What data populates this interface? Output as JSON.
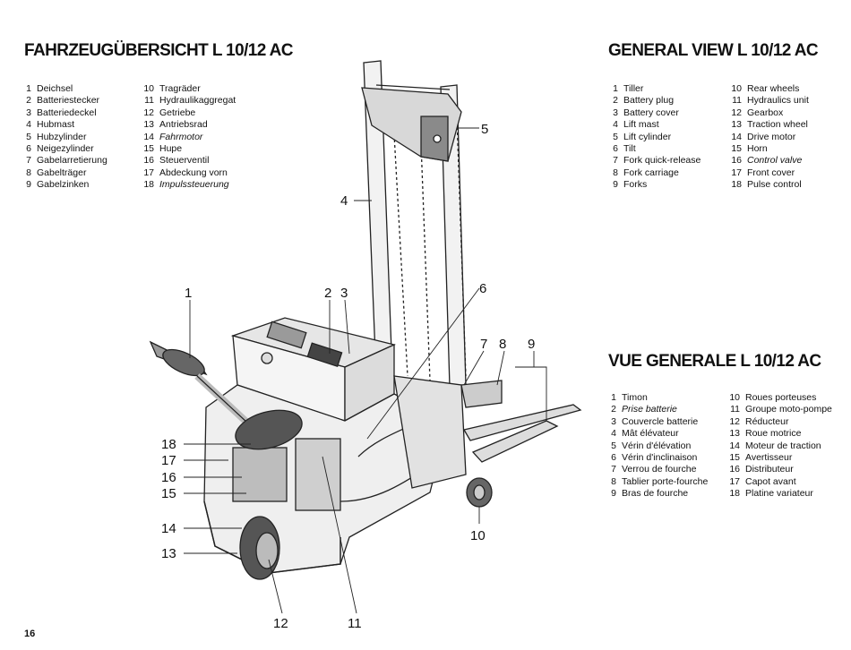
{
  "titles": {
    "german": "FAHRZEUGÜBERSICHT L 10/12 AC",
    "english": "GENERAL VIEW L 10/12 AC",
    "french": "VUE GENERALE L 10/12 AC"
  },
  "legend_de": {
    "col1": [
      {
        "n": "1",
        "t": "Deichsel",
        "i": false
      },
      {
        "n": "2",
        "t": "Batteriestecker",
        "i": false
      },
      {
        "n": "3",
        "t": "Batteriedeckel",
        "i": false
      },
      {
        "n": "4",
        "t": "Hubmast",
        "i": false
      },
      {
        "n": "5",
        "t": "Hubzylinder",
        "i": false
      },
      {
        "n": "6",
        "t": "Neigezylinder",
        "i": false
      },
      {
        "n": "7",
        "t": "Gabelarretierung",
        "i": false
      },
      {
        "n": "8",
        "t": "Gabelträger",
        "i": false
      },
      {
        "n": "9",
        "t": "Gabelzinken",
        "i": false
      }
    ],
    "col2": [
      {
        "n": "10",
        "t": "Tragräder",
        "i": false
      },
      {
        "n": "11",
        "t": "Hydraulikaggregat",
        "i": false
      },
      {
        "n": "12",
        "t": "Getriebe",
        "i": false
      },
      {
        "n": "13",
        "t": "Antriebsrad",
        "i": false
      },
      {
        "n": "14",
        "t": "Fahrmotor",
        "i": true
      },
      {
        "n": "15",
        "t": "Hupe",
        "i": false
      },
      {
        "n": "16",
        "t": "Steuerventil",
        "i": false
      },
      {
        "n": "17",
        "t": "Abdeckung vorn",
        "i": false
      },
      {
        "n": "18",
        "t": "Impulssteuerung",
        "i": true
      }
    ]
  },
  "legend_en": {
    "col1": [
      {
        "n": "1",
        "t": "Tiller",
        "i": false
      },
      {
        "n": "2",
        "t": "Battery plug",
        "i": false
      },
      {
        "n": "3",
        "t": "Battery cover",
        "i": false
      },
      {
        "n": "4",
        "t": "Lift mast",
        "i": false
      },
      {
        "n": "5",
        "t": "Lift cylinder",
        "i": false
      },
      {
        "n": "6",
        "t": "Tilt",
        "i": false
      },
      {
        "n": "7",
        "t": "Fork quick-release",
        "i": false
      },
      {
        "n": "8",
        "t": "Fork carriage",
        "i": false
      },
      {
        "n": "9",
        "t": "Forks",
        "i": false
      }
    ],
    "col2": [
      {
        "n": "10",
        "t": "Rear wheels",
        "i": false
      },
      {
        "n": "11",
        "t": "Hydraulics unit",
        "i": false
      },
      {
        "n": "12",
        "t": "Gearbox",
        "i": false
      },
      {
        "n": "13",
        "t": "Traction wheel",
        "i": false
      },
      {
        "n": "14",
        "t": "Drive motor",
        "i": false
      },
      {
        "n": "15",
        "t": "Horn",
        "i": false
      },
      {
        "n": "16",
        "t": "Control valve",
        "i": true
      },
      {
        "n": "17",
        "t": "Front cover",
        "i": false
      },
      {
        "n": "18",
        "t": "Pulse control",
        "i": false
      }
    ]
  },
  "legend_fr": {
    "col1": [
      {
        "n": "1",
        "t": "Timon",
        "i": false
      },
      {
        "n": "2",
        "t": "Prise batterie",
        "i": true
      },
      {
        "n": "3",
        "t": "Couvercle batterie",
        "i": false
      },
      {
        "n": "4",
        "t": "Mât élévateur",
        "i": false
      },
      {
        "n": "5",
        "t": "Vérin d'élévation",
        "i": false
      },
      {
        "n": "6",
        "t": "Vérin d'inclinaison",
        "i": false
      },
      {
        "n": "7",
        "t": "Verrou de fourche",
        "i": false
      },
      {
        "n": "8",
        "t": "Tablier porte-fourche",
        "i": false
      },
      {
        "n": "9",
        "t": "Bras de fourche",
        "i": false
      }
    ],
    "col2": [
      {
        "n": "10",
        "t": "Roues porteuses",
        "i": false
      },
      {
        "n": "11",
        "t": "Groupe moto-pompe",
        "i": false
      },
      {
        "n": "12",
        "t": "Réducteur",
        "i": false
      },
      {
        "n": "13",
        "t": "Roue motrice",
        "i": false
      },
      {
        "n": "14",
        "t": "Moteur de traction",
        "i": false
      },
      {
        "n": "15",
        "t": "Avertisseur",
        "i": false
      },
      {
        "n": "16",
        "t": "Distributeur",
        "i": false
      },
      {
        "n": "17",
        "t": "Capot avant",
        "i": false
      },
      {
        "n": "18",
        "t": "Platine variateur",
        "i": false
      }
    ]
  },
  "callouts": [
    "1",
    "2",
    "3",
    "4",
    "5",
    "6",
    "7",
    "8",
    "9",
    "10",
    "11",
    "12",
    "13",
    "14",
    "15",
    "16",
    "17",
    "18"
  ],
  "page_number": "16"
}
